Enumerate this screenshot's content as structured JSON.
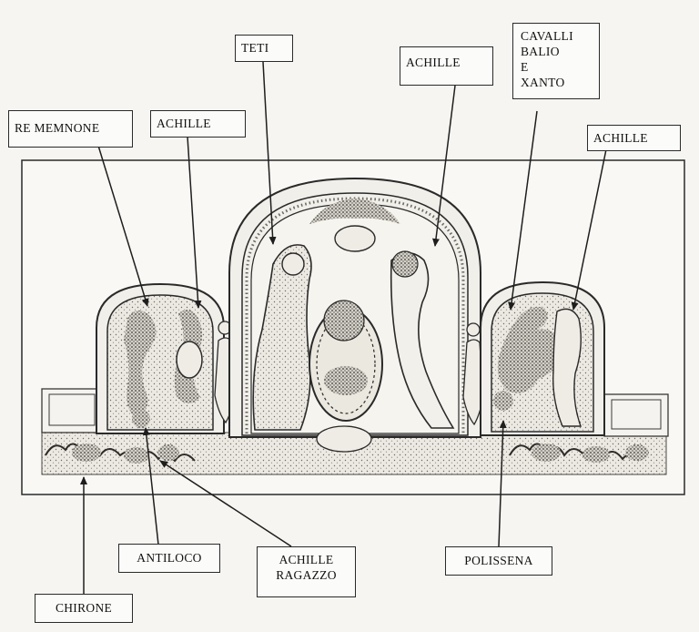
{
  "diagram": {
    "labels": {
      "re_memnone": "RE MEMNONE",
      "achille_left": "ACHILLE",
      "teti": "TETI",
      "achille_center": "ACHILLE",
      "cavalli": "CAVALLI\nBALIO\nE\nXANTO",
      "achille_right": "ACHILLE",
      "antiloco": "ANTILOCO",
      "achille_ragazzo": "ACHILLE\nRAGAZZO",
      "polissena": "POLISSENA",
      "chirone": "CHIRONE"
    }
  },
  "colors": {
    "ink": "#2a2a2a",
    "paper": "#f6f5f2",
    "relief_fill": "#e9e6df",
    "relief_dark": "#8a877f"
  }
}
